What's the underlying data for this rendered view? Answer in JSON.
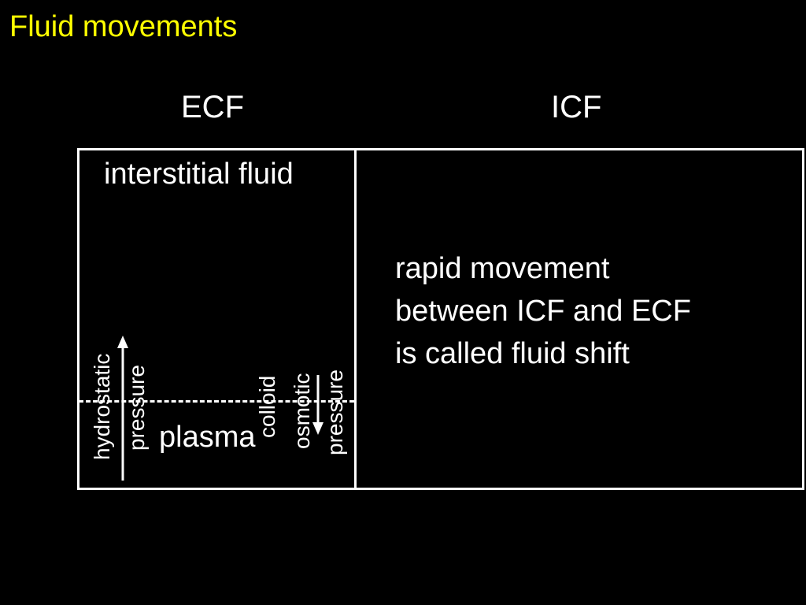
{
  "slide": {
    "title": "Fluid movements",
    "ecf_label": "ECF",
    "icf_label": "ICF",
    "interstitial_label": "interstitial fluid",
    "plasma_label": "plasma",
    "hydrostatic_line1": "hydrostatic",
    "hydrostatic_line2": "pressure",
    "colloid_line1": "colloid",
    "colloid_line2": "osmotic",
    "colloid_line3": "pressure",
    "fluid_shift_line1": "rapid movement",
    "fluid_shift_line2": "between ICF and ECF",
    "fluid_shift_line3": "is called fluid shift"
  },
  "colors": {
    "background": "#000000",
    "title": "#ffff00",
    "text": "#ffffff"
  }
}
